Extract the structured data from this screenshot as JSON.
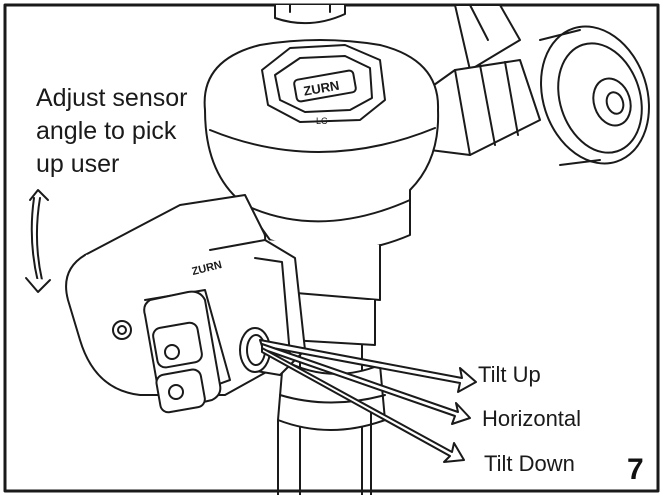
{
  "figure": {
    "instruction_lines": [
      "Adjust sensor",
      "angle to pick",
      "up user"
    ],
    "tilt_labels": {
      "up": "Tilt Up",
      "horizontal": "Horizontal",
      "down": "Tilt Down"
    },
    "brand_marks": [
      "ZURN",
      "ZURN"
    ],
    "cap_marks": [
      "LC"
    ],
    "figure_number": "7"
  },
  "colors": {
    "line": "#1a1a1a",
    "background": "#ffffff"
  }
}
